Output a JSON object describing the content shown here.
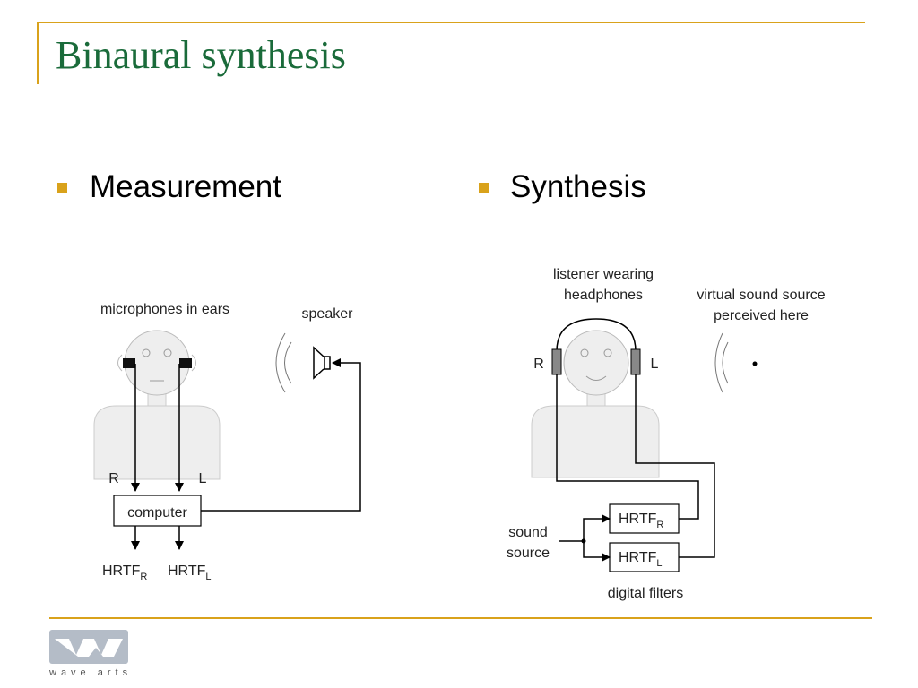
{
  "slide": {
    "title": "Binaural synthesis"
  },
  "bullets": [
    {
      "label": "Measurement"
    },
    {
      "label": "Synthesis"
    }
  ],
  "measurement": {
    "microphones_label": "microphones in ears",
    "speaker_label": "speaker",
    "right_label": "R",
    "left_label": "L",
    "computer_label": "computer",
    "hrtf_r": {
      "main": "HRTF",
      "sub": "R"
    },
    "hrtf_l": {
      "main": "HRTF",
      "sub": "L"
    }
  },
  "synthesis": {
    "listener_line1": "listener wearing",
    "listener_line2": "headphones",
    "virtual_line1": "virtual sound source",
    "virtual_line2": "perceived here",
    "right_label": "R",
    "left_label": "L",
    "sound_line1": "sound",
    "sound_line2": "source",
    "hrtf_r": {
      "main": "HRTF",
      "sub": "R"
    },
    "hrtf_l": {
      "main": "HRTF",
      "sub": "L"
    },
    "filters_label": "digital filters"
  },
  "footer": {
    "logo_text": "wave arts"
  },
  "colors": {
    "accent": "#d9a21b",
    "title": "#1a6b3a",
    "figure_fill": "#eeeeee",
    "headphone_fill": "#888888"
  }
}
